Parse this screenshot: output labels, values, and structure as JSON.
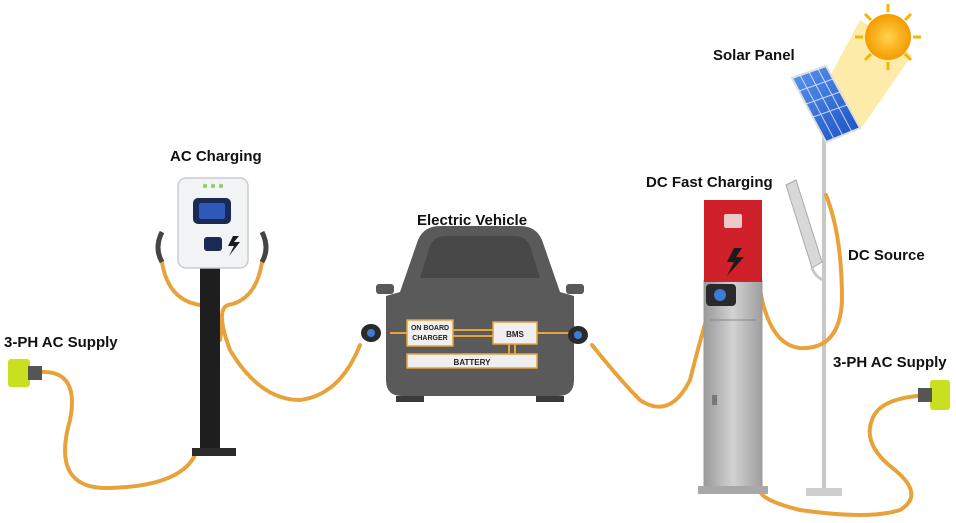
{
  "labels": {
    "ac_charging": "AC Charging",
    "electric_vehicle": "Electric Vehicle",
    "dc_fast_charging": "DC Fast Charging",
    "solar_panel": "Solar Panel",
    "dc_source": "DC Source",
    "supply_left": "3-PH AC Supply",
    "supply_right": "3-PH AC Supply"
  },
  "vehicle": {
    "on_board_charger_line1": "ON BOARD",
    "on_board_charger_line2": "CHARGER",
    "bms": "BMS",
    "battery": "BATTERY"
  },
  "colors": {
    "cable": "#e8a23a",
    "plug": "#c8e020",
    "car_body": "#5a5a5a",
    "ac_post": "#1e1e1e",
    "dc_top": "#d0202a",
    "dc_body": "#b8b8b8",
    "solar_cell": "#2a6de0",
    "sun": "#f7b500",
    "sun_beam": "#fbe89a"
  }
}
